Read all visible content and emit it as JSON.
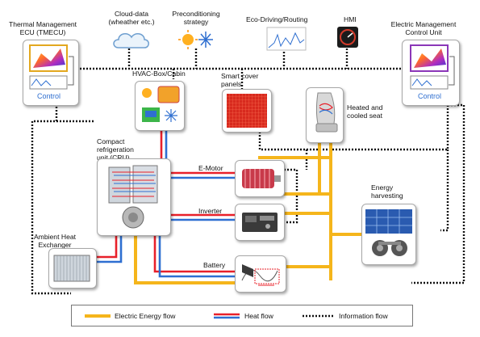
{
  "labels": {
    "tmecu": [
      "Thermal Management",
      "ECU (TMECU)"
    ],
    "control_left": "Control",
    "cloud": [
      "Cloud-data",
      "(wheather etc.)"
    ],
    "precond": [
      "Preconditioning",
      "strategy"
    ],
    "eco": "Eco-Driving/Routing",
    "hmi": "HMI",
    "emcu": [
      "Electric Management",
      "Control Unit"
    ],
    "control_right": "Control",
    "hvac": "HVAC-Box/Cabin",
    "smart": [
      "Smart cover",
      "panels"
    ],
    "seat": [
      "Heated and",
      "cooled seat"
    ],
    "cru": [
      "Compact",
      "refrigeration",
      "unit (CRU)"
    ],
    "emotor": "E-Motor",
    "inverter": "Inverter",
    "battery": "Battery",
    "energy": [
      "Energy",
      "harvesting"
    ],
    "ambient": [
      "Ambient Heat",
      "Exchanger"
    ]
  },
  "legend": {
    "electric": "Electric Energy flow",
    "heat": "Heat flow",
    "info": "Information flow"
  },
  "colors": {
    "electric": "#f5b51b",
    "heat_red": "#e8202a",
    "heat_blue": "#2e6fd1",
    "info": "#111111",
    "control_text": "#2f6fd0"
  },
  "icons": [
    "chip-heatmap-icon",
    "cloud-icon",
    "sun-snowflake-icon",
    "route-graph-icon",
    "gauge-icon",
    "hvac-cabin-icon",
    "heating-panel-icon",
    "car-seat-icon",
    "refrigeration-unit-icon",
    "motor-icon",
    "inverter-icon",
    "battery-icon",
    "solar-panel-icon",
    "heat-exchanger-icon"
  ]
}
